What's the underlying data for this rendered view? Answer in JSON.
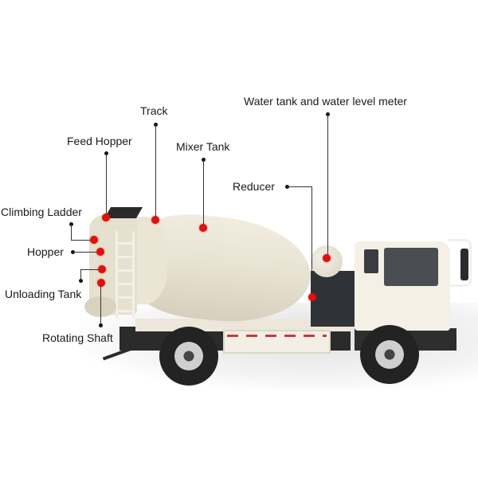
{
  "diagram": {
    "subject": "Concrete mixer truck",
    "callout_color": "#e01010",
    "line_color": "#333333",
    "labels": [
      {
        "id": "track",
        "text": "Track"
      },
      {
        "id": "feed_hopper",
        "text": "Feed Hopper"
      },
      {
        "id": "mixer_tank",
        "text": "Mixer Tank"
      },
      {
        "id": "water_tank",
        "text": "Water tank and water level meter"
      },
      {
        "id": "reducer",
        "text": "Reducer"
      },
      {
        "id": "climbing_ladder",
        "text": "Climbing Ladder"
      },
      {
        "id": "hopper",
        "text": "Hopper"
      },
      {
        "id": "unloading_tank",
        "text": "Unloading Tank"
      },
      {
        "id": "rotating_shaft",
        "text": "Rotating Shaft"
      }
    ]
  }
}
